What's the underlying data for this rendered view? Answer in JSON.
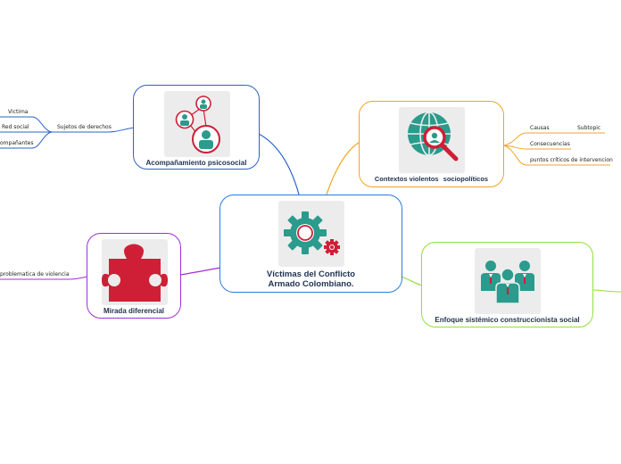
{
  "central": {
    "title": "Víctimas del Conflicto Armado Colombiano."
  },
  "colors": {
    "central": "#2c7bd6",
    "blue": "#2b63c9",
    "orange": "#f0a420",
    "green": "#8fe03d",
    "purple": "#a02ed8",
    "teal": "#2a9b8c",
    "red": "#cf1f37"
  },
  "topics": {
    "acompanamiento": {
      "title": "Acompañamiento psicosocial",
      "icon": "people-network-icon",
      "subtopic": "Sujetos de derechos",
      "leaves": [
        "Victima",
        "Red social",
        "ompañantes"
      ]
    },
    "contextos": {
      "title_a": "Contextos violentos",
      "title_b": "sociopolíticos",
      "icon": "globe-search-icon",
      "leaves": [
        "Causas",
        "Consecuencias",
        "puntos críticos de intervencion"
      ],
      "sub_leaf": "Subtopic"
    },
    "mirada": {
      "title": "Mirada diferencial",
      "icon": "puzzle-piece-icon",
      "leaf": "problematica de violencia"
    },
    "enfoque": {
      "title": "Enfoque sistémico construccionista social",
      "icon": "team-people-icon"
    }
  }
}
